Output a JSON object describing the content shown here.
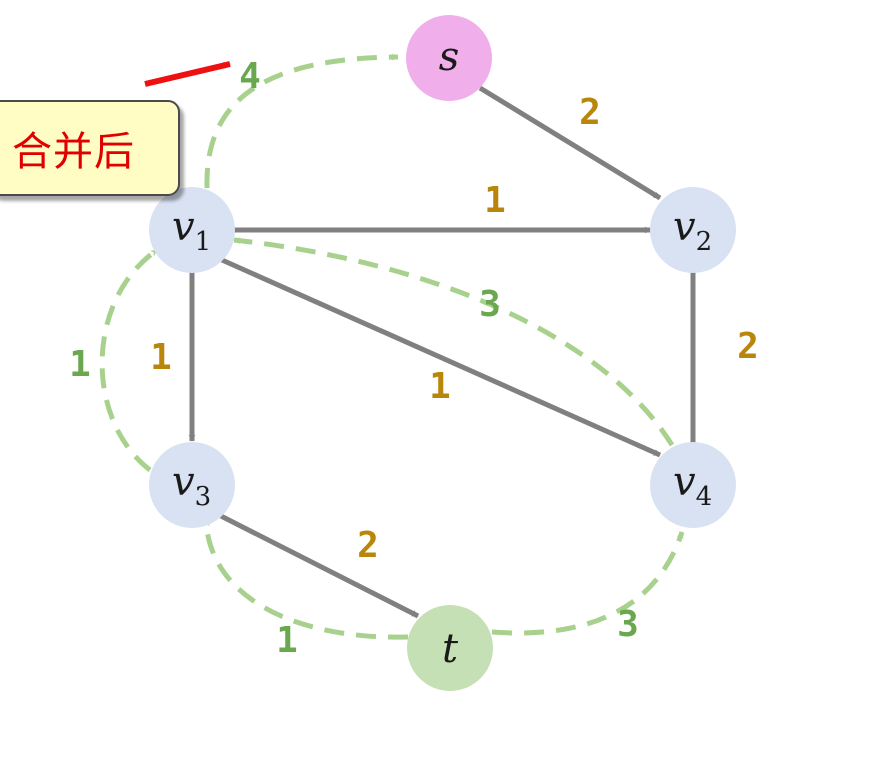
{
  "nodes": [
    {
      "id": "s",
      "name": "s",
      "sub": "",
      "fill": "#f0aeea"
    },
    {
      "id": "v1",
      "name": "v",
      "sub": "1",
      "fill": "#d9e2f3"
    },
    {
      "id": "v2",
      "name": "v",
      "sub": "2",
      "fill": "#d9e2f3"
    },
    {
      "id": "v3",
      "name": "v",
      "sub": "3",
      "fill": "#d9e2f3"
    },
    {
      "id": "v4",
      "name": "v",
      "sub": "4",
      "fill": "#d9e2f3"
    },
    {
      "id": "t",
      "name": "t",
      "sub": "",
      "fill": "#c5e0b4"
    }
  ],
  "edges": [
    {
      "id": "s-v2",
      "from": "s",
      "to": "v2",
      "label": "2"
    },
    {
      "id": "v1-v2",
      "from": "v1",
      "to": "v2",
      "label": "1"
    },
    {
      "id": "v2-v4",
      "from": "v2",
      "to": "v4",
      "label": "2"
    },
    {
      "id": "v1-v3",
      "from": "v1",
      "to": "v3",
      "label": "1"
    },
    {
      "id": "v1-v4",
      "from": "v1",
      "to": "v4",
      "label": "1"
    },
    {
      "id": "v3-t",
      "from": "v3",
      "to": "t",
      "label": "2"
    }
  ],
  "residual_edges": [
    {
      "id": "v1-s",
      "from": "v1",
      "to": "s",
      "label": "4"
    },
    {
      "id": "v4-v1",
      "from": "v4",
      "to": "v1",
      "label": "3"
    },
    {
      "id": "v3-v1",
      "from": "v3",
      "to": "v1",
      "label": "1"
    },
    {
      "id": "t-v3",
      "from": "t",
      "to": "v3",
      "label": "1"
    },
    {
      "id": "t-v4",
      "from": "t",
      "to": "v4",
      "label": "3"
    }
  ],
  "callout": {
    "text": "合并后"
  },
  "colors": {
    "edge": "#808080",
    "residual": "#a9d18e",
    "edge_label": "#b8860b",
    "residual_label": "#6aa84f",
    "pointer_arrow": "#ee1111",
    "callout_text": "#e00000",
    "callout_fill": "#fffcc4"
  }
}
